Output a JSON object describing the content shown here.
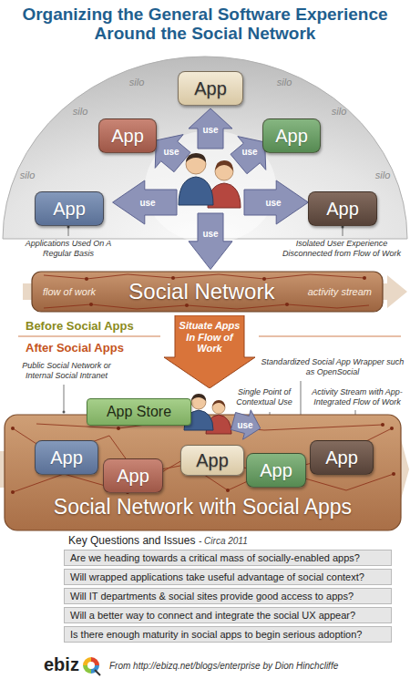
{
  "diagram": {
    "title": "Organizing the General Software Experience Around the Social Network",
    "nodes": [
      {
        "text": [
          "App"
        ]
      },
      {
        "text": [
          "App"
        ]
      },
      {
        "text": [
          "App"
        ]
      },
      {
        "text": [
          "App"
        ]
      },
      {
        "text": [
          "App"
        ]
      },
      {
        "text": [
          "flow of work",
          "Social Network",
          "activity stream"
        ]
      },
      {
        "text": [
          "Situate Apps In Flow of Work"
        ]
      },
      {
        "text": [
          "Social Network with Social Apps"
        ]
      },
      {
        "text": [
          "App Store"
        ],
        "in": 7
      },
      {
        "text": [
          "App"
        ],
        "in": 7
      },
      {
        "text": [
          "App"
        ],
        "in": 7
      },
      {
        "text": [
          "App"
        ],
        "in": 7
      },
      {
        "text": [
          "App"
        ],
        "in": 7
      },
      {
        "text": [
          "App"
        ],
        "in": 7
      },
      {
        "text": [
          "Are we heading towards a critical mass of socially-enabled apps?"
        ]
      },
      {
        "text": [
          "Will wrapped applications take useful advantage of social context?"
        ]
      },
      {
        "text": [
          "Will IT departments & social sites provide good access to apps?"
        ]
      },
      {
        "text": [
          "Will a better way to connect and integrate the social UX appear?"
        ]
      },
      {
        "text": [
          "Is there enough maturity in social apps to begin serious adoption?"
        ]
      }
    ],
    "labels": [
      "silo",
      "silo",
      "silo",
      "silo",
      "silo",
      "silo",
      "use",
      "use",
      "use",
      "use",
      "use",
      "use",
      "Applications Used On A Regular Basis",
      "Isolated User Experience Disconnected from Flow of Work",
      "Before Social Apps",
      "After Social Apps",
      "Public Social Network or Internal Social Intranet",
      "Standardized Social App Wrapper such as OpenSocial",
      "Single Point of Contextual Use",
      "Activity Stream with App-Integrated Flow of Work",
      "use",
      "Key Questions and Issues",
      "- Circa 2011",
      "ebiz",
      "From http://ebizq.net/blogs/enterprise by Dion Hinchcliffe"
    ]
  }
}
